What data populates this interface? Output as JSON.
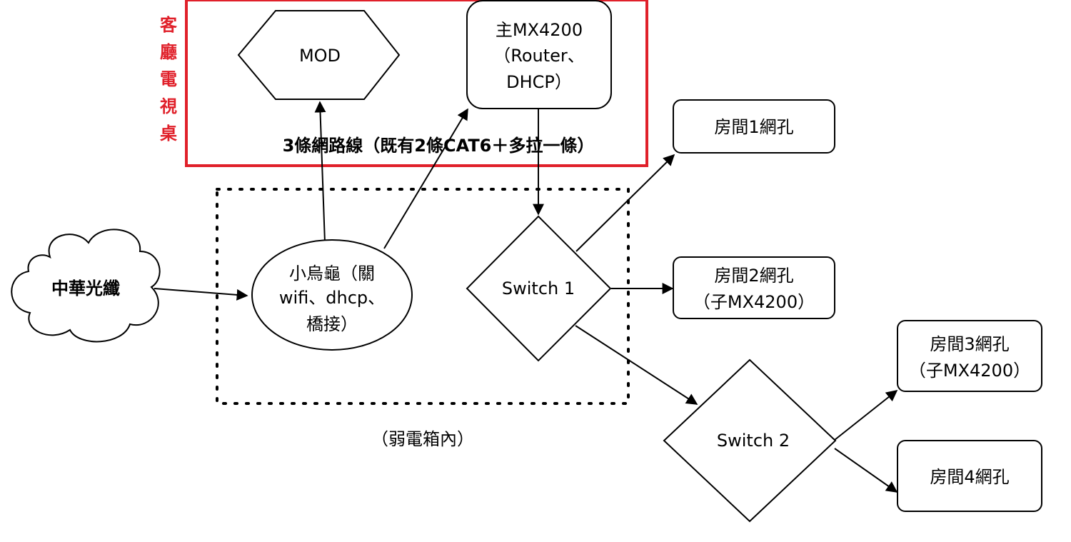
{
  "nodes": {
    "fiber": {
      "label": "中華光纖"
    },
    "turtle": {
      "lines": [
        "小烏龜（關",
        "wifi、dhcp、",
        "橋接）"
      ]
    },
    "mod": {
      "label": "MOD"
    },
    "main_router": {
      "lines": [
        "主MX4200",
        "（Router、",
        "DHCP）"
      ]
    },
    "switch1": {
      "label": "Switch 1"
    },
    "switch2": {
      "label": "Switch 2"
    },
    "room1": {
      "lines": [
        "房間1網孔"
      ]
    },
    "room2": {
      "lines": [
        "房間2網孔",
        "（子MX4200）"
      ]
    },
    "room3": {
      "lines": [
        "房間3網孔",
        "（子MX4200）"
      ]
    },
    "room4": {
      "lines": [
        "房間4網孔"
      ]
    }
  },
  "groups": {
    "living_room": {
      "label_chars": [
        "客",
        "廳",
        "電",
        "視",
        "桌"
      ],
      "color": "#e0202a"
    },
    "cable_note": {
      "label": "3條網路線（既有2條CAT6＋多拉一條）"
    },
    "weak_box": {
      "label": "（弱電箱內）"
    }
  }
}
